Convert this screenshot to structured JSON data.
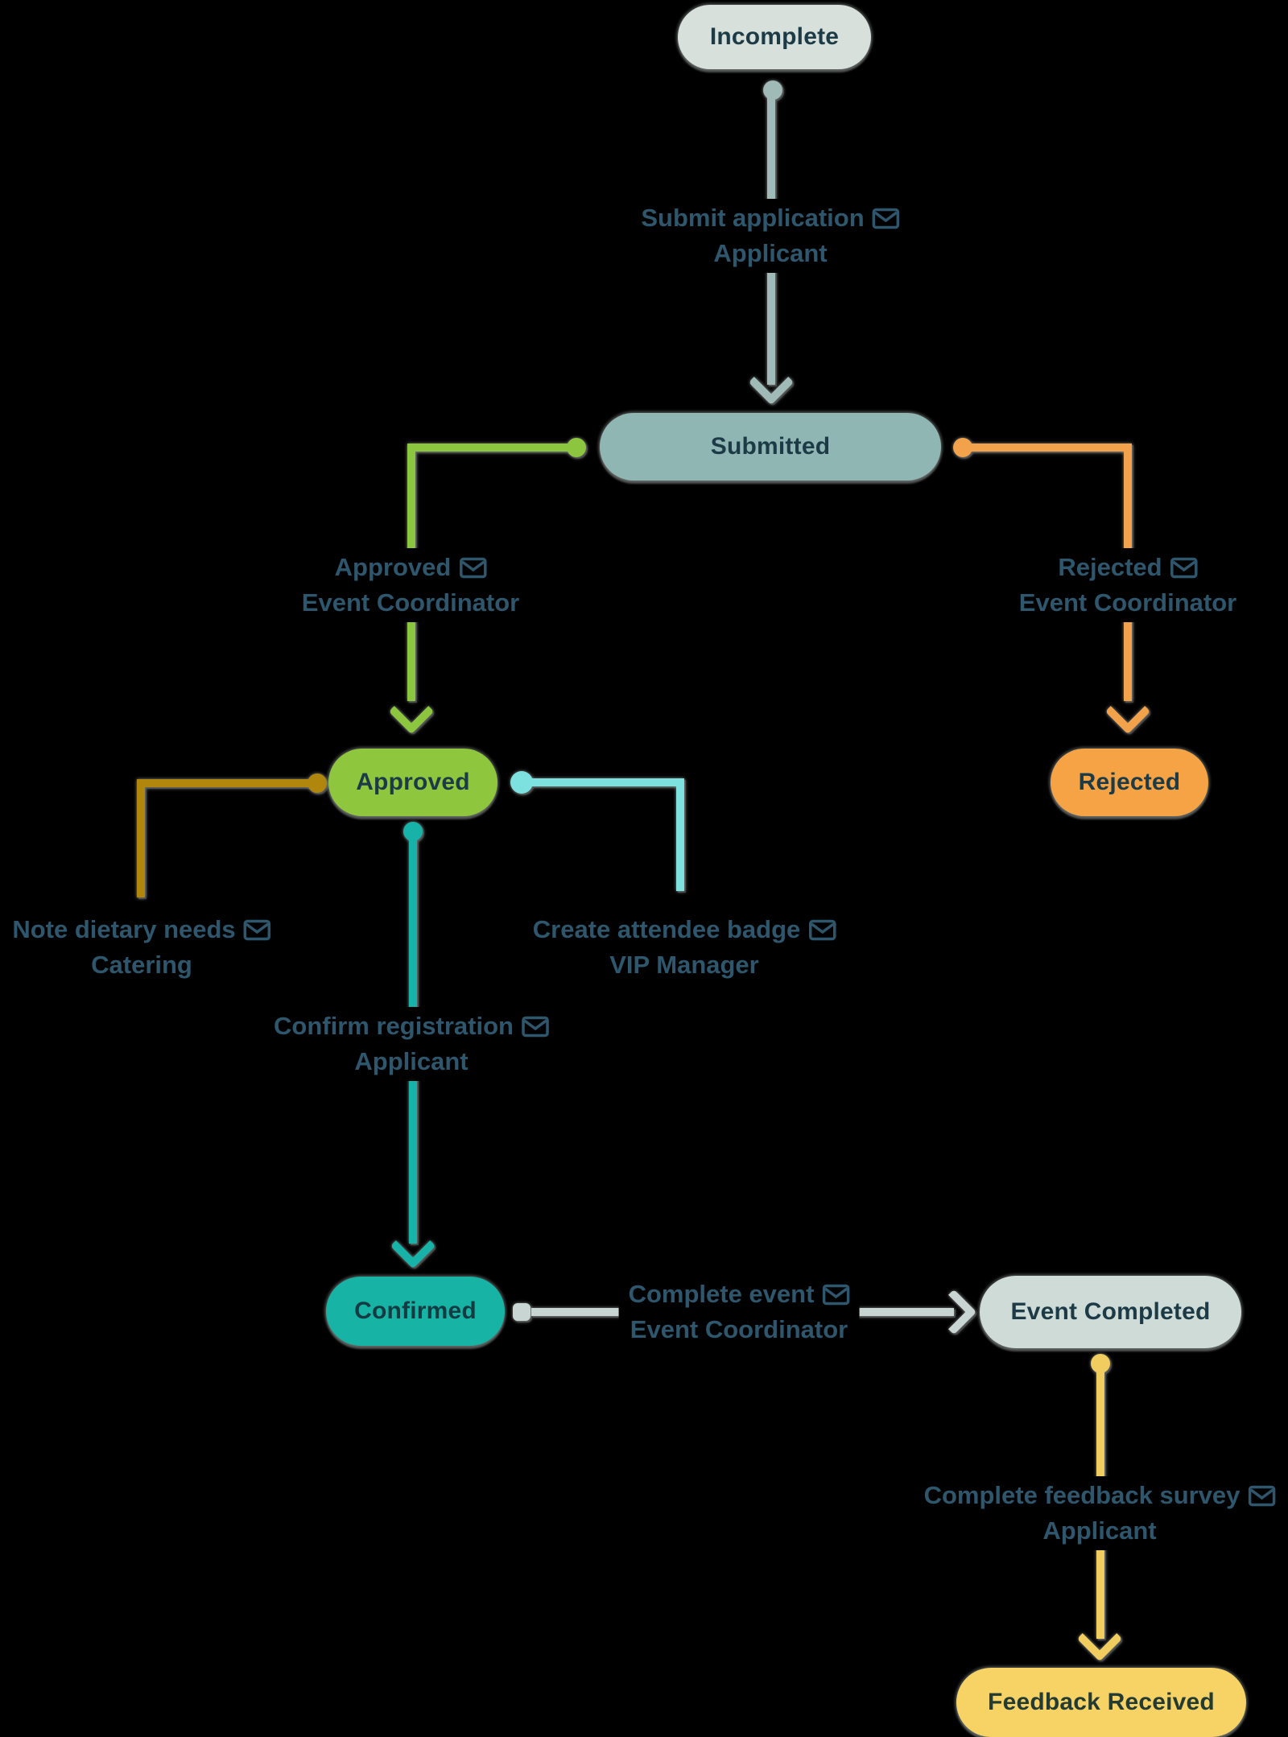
{
  "diagram": {
    "type": "workflow-state-diagram",
    "background_color": "#000000",
    "nodes": [
      {
        "id": "incomplete",
        "label": "Incomplete",
        "color": "#d7e0da"
      },
      {
        "id": "submitted",
        "label": "Submitted",
        "color": "#90b6b3"
      },
      {
        "id": "approved",
        "label": "Approved",
        "color": "#8ec73d"
      },
      {
        "id": "rejected",
        "label": "Rejected",
        "color": "#f5a344"
      },
      {
        "id": "confirmed",
        "label": "Confirmed",
        "color": "#17b3a5"
      },
      {
        "id": "event-completed",
        "label": "Event Completed",
        "color": "#cfdbd6"
      },
      {
        "id": "feedback-received",
        "label": "Feedback Received",
        "color": "#f7d365"
      }
    ],
    "transitions": [
      {
        "action": "Submit application",
        "actor": "Applicant",
        "from": "Incomplete",
        "to": "Submitted",
        "color": "#9fbab7"
      },
      {
        "action": "Approved",
        "actor": "Event Coordinator",
        "from": "Submitted",
        "to": "Approved",
        "color": "#8cc63e"
      },
      {
        "action": "Rejected",
        "actor": "Event Coordinator",
        "from": "Submitted",
        "to": "Rejected",
        "color": "#f2a24b"
      },
      {
        "action": "Note dietary needs",
        "actor": "Catering",
        "from": "Approved",
        "to": "",
        "color": "#b1860d"
      },
      {
        "action": "Create attendee badge",
        "actor": "VIP Manager",
        "from": "Approved",
        "to": "",
        "color": "#7ce1df"
      },
      {
        "action": "Confirm registration",
        "actor": "Applicant",
        "from": "Approved",
        "to": "Confirmed",
        "color": "#17b3a8"
      },
      {
        "action": "Complete event",
        "actor": "Event Coordinator",
        "from": "Confirmed",
        "to": "Event Completed",
        "color": "#c9d5d2"
      },
      {
        "action": "Complete feedback survey",
        "actor": "Applicant",
        "from": "Event Completed",
        "to": "Feedback Received",
        "color": "#f1cc5f"
      }
    ]
  }
}
